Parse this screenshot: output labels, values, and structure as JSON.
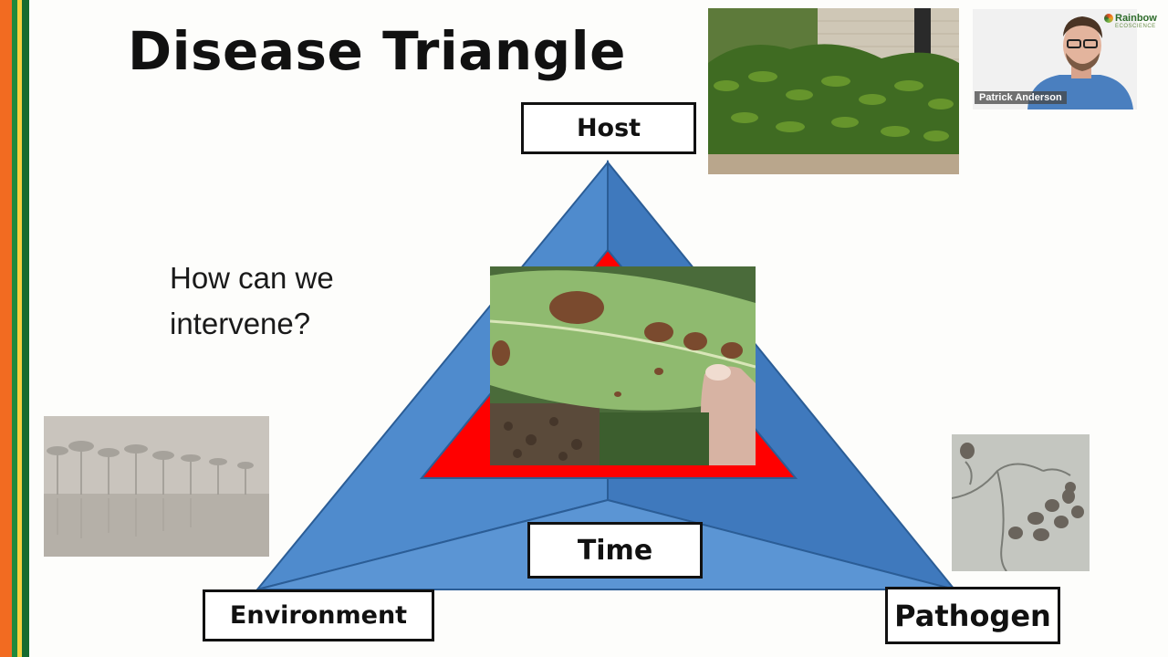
{
  "slide": {
    "title": "Disease Triangle",
    "question": "How can we intervene?",
    "vertices": {
      "host": "Host",
      "environment": "Environment",
      "pathogen": "Pathogen",
      "center": "Time"
    }
  },
  "presenter": {
    "name": "Patrick Anderson",
    "brand_name": "Rainbow",
    "brand_sub": "ECOSCIENCE"
  },
  "colors": {
    "triangle_blue": "#4a86c8",
    "triangle_edge": "#2b5d96",
    "inner_red": "#ff0000",
    "stripe_orange": "#f26b21",
    "stripe_green": "#1f8a3c",
    "stripe_yellow": "#f4d03f"
  },
  "icons": [
    "rainbow-logo-icon"
  ]
}
